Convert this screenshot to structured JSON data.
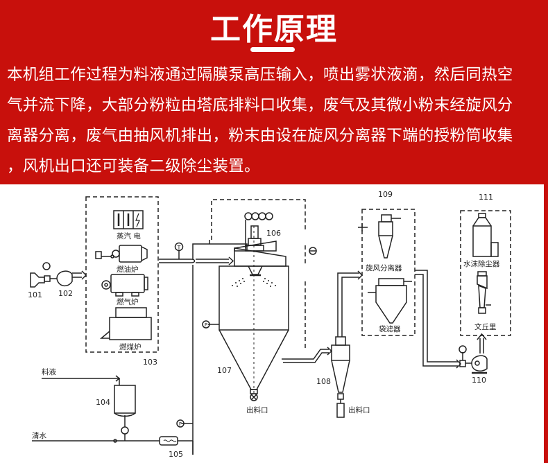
{
  "header": {
    "title": "工作原理",
    "description_lines": [
      "本机组工作过程为料液通过隔膜泵高压输入，喷出雾状液滴，然后同热空",
      "气并流下降，大部分粉粒由塔底排料口收集，废气及其微小粉末经旋风分",
      "离器分离，废气由抽风机排出，粉末由设在旋风分离器下端的授粉筒收集",
      "，风机出口还可装备二级除尘装置。"
    ]
  },
  "colors": {
    "header_bg": "#c8100c",
    "text_on_header": "#ffffff",
    "diagram_bg": "#ffffff",
    "line": "#222222"
  },
  "diagram": {
    "numbers": {
      "n101": "101",
      "n102": "102",
      "n103": "103",
      "n104": "104",
      "n105": "105",
      "n106": "106",
      "n107": "107",
      "n108": "108",
      "n109": "109",
      "n110": "110",
      "n111": "111"
    },
    "labels": {
      "steam_electric": "蒸汽 电",
      "oil_furnace": "燃油炉",
      "gas_furnace": "燃气炉",
      "coal_furnace": "燃煤炉",
      "feed_liquid": "料液",
      "clean_water": "清水",
      "outlet_main": "出料口",
      "outlet_cyclone": "出料口",
      "cyclone_separator": "旋风分离器",
      "bag_filter": "袋滤器",
      "water_film_dust_collector": "水沫除尘器",
      "venturi": "文丘里"
    },
    "gauge_symbols": {
      "temperature": "T",
      "pressure": "P"
    }
  }
}
